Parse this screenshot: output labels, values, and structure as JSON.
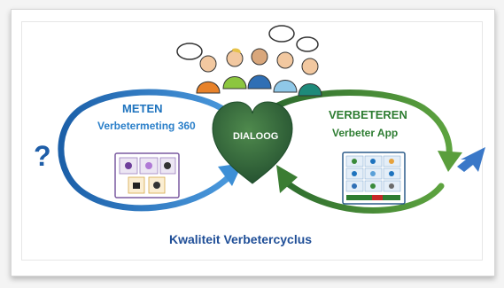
{
  "diagram": {
    "left_loop": {
      "title": "METEN",
      "subtitle": "Verbetermeting 360",
      "color": "#1e73be"
    },
    "right_loop": {
      "title": "VERBETEREN",
      "subtitle": "Verbeter App",
      "color": "#3c8c3a"
    },
    "center": {
      "label": "DIALOOG",
      "color": "#2f6b3f"
    },
    "footer_title": "Kwaliteit Verbetercyclus",
    "start_symbol": "?",
    "end_symbol": "arrow-up-right-icon",
    "people_count": 5
  }
}
